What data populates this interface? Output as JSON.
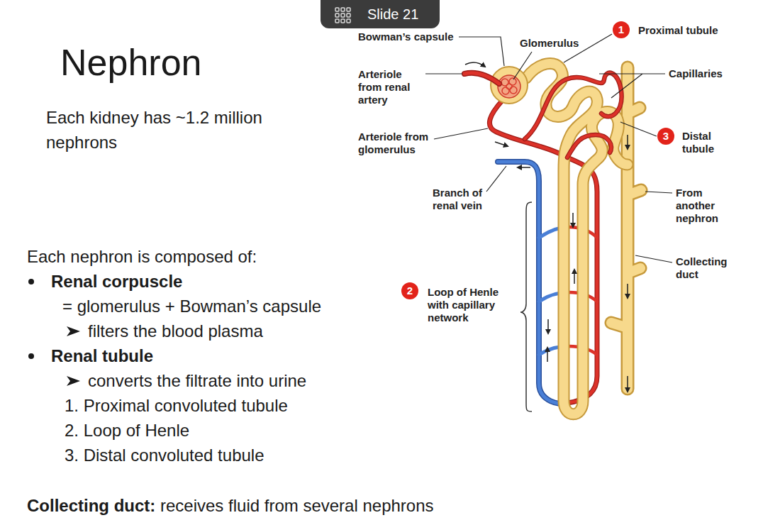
{
  "diagram": {
    "title": "Nephron",
    "labels": [
      "Slide 21",
      "Bowman’s capsule",
      "Glomerulus",
      "1",
      "Proximal tubule",
      "Arteriole from renal artery",
      "Capillaries",
      "Each kidney has ~1.2 million nephrons",
      "Arteriole from glomerulus",
      "3",
      "Distal tubule",
      "Branch of renal vein",
      "From another nephron",
      "Each nephron is composed of:",
      "Collecting duct",
      "Renal corpuscle",
      "2",
      "Loop of Henle with capillary network",
      "= glomerulus + Bowman’s capsule",
      "filters the blood plasma",
      "Renal tubule",
      "converts the filtrate into urine",
      "1. Proximal convoluted tubule",
      "2. Loop of Henle",
      "3. Distal convoluted tubule",
      "Collecting duct:",
      "receives fluid from several nephrons"
    ]
  }
}
